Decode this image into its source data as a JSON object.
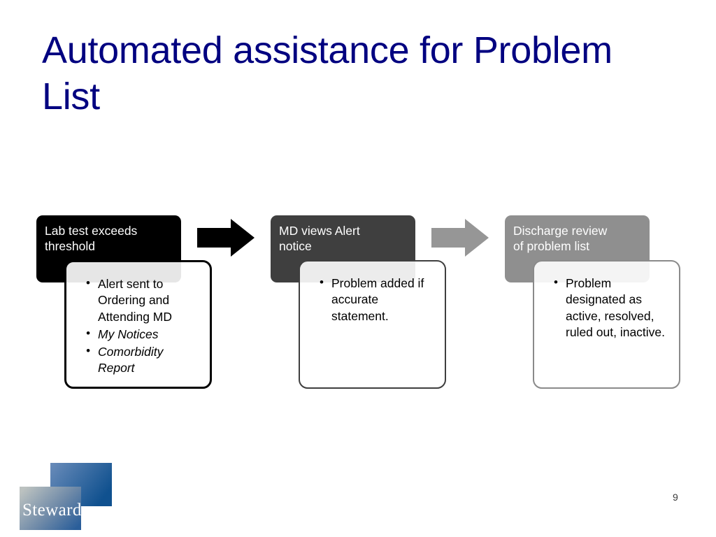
{
  "slide": {
    "title": "Automated assistance for Problem\nList",
    "title_color": "#000080",
    "background_color": "#ffffff",
    "page_number": "9"
  },
  "diagram": {
    "type": "process-flow",
    "stages": [
      {
        "header": "Lab test exceeds\nthreshold",
        "header_color": "#000000",
        "border_color": "#000000",
        "bullets": [
          {
            "text": "Alert sent to Ordering and Attending MD",
            "italic": false
          },
          {
            "text": "My Notices",
            "italic": true
          },
          {
            "text": "Comorbidity Report",
            "italic": true
          }
        ]
      },
      {
        "header": "MD views Alert\nnotice",
        "header_color": "#3f3f3f",
        "border_color": "#3f3f3f",
        "bullets": [
          {
            "text": "Problem added if accurate statement.",
            "italic": false
          }
        ]
      },
      {
        "header": "Discharge review\nof problem list",
        "header_color": "#8f8f8f",
        "border_color": "#8a8a8a",
        "bullets": [
          {
            "text": "Problem designated as active, resolved, ruled out, inactive.",
            "italic": false
          }
        ]
      }
    ],
    "arrows": [
      {
        "color": "#000000"
      },
      {
        "color": "#969696"
      }
    ]
  },
  "logo": {
    "wordmark": "Steward",
    "upper_color_start": "#5d83b4",
    "upper_color_end": "#12518f",
    "lower_color_start": "#b9bfbd",
    "lower_color_end": "#2e6099"
  }
}
